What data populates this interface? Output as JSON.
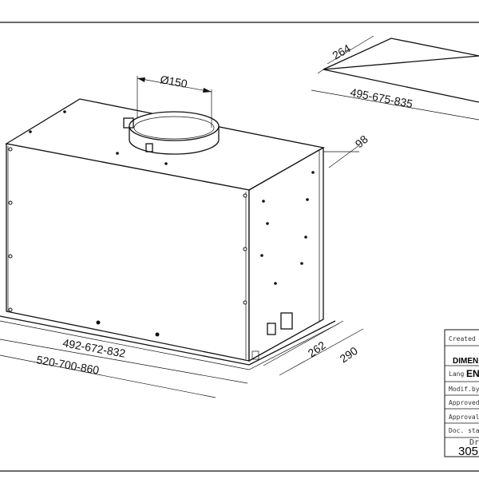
{
  "dimensions": {
    "duct_diameter": "Ø150",
    "plate_depth": "264",
    "plate_width": "495-675-835",
    "height_top": "98",
    "inner_width": "492-672-832",
    "outer_width": "520-700-860",
    "inner_depth": "262",
    "outer_depth": "290"
  },
  "title_block": {
    "created_by": "Created b",
    "title": "DIMEN",
    "lang_label": "Lang",
    "lang_value": "EN",
    "modif_by": "Modif.by",
    "approved": "Approved",
    "approval": "Approval",
    "doc_status": "Doc. stat",
    "drawing_label": "Dr",
    "drawing_number": "305"
  }
}
